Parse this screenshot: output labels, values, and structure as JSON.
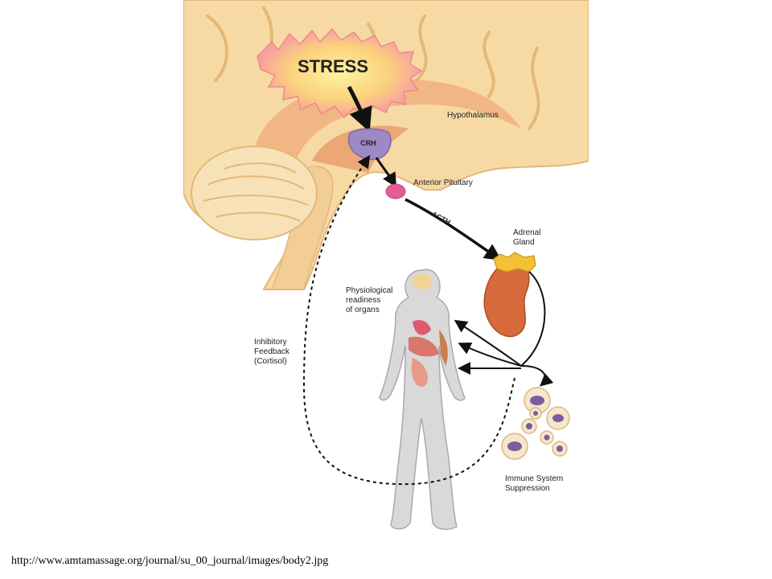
{
  "figure": {
    "stress": "STRESS",
    "crh": "CRH",
    "hypothalamus": "Hypothalamus",
    "anterior_pituitary": "Anterior Pituitary",
    "acth": "ACTH",
    "adrenal_gland": [
      "Adrenal",
      "Gland"
    ],
    "physiological_readiness": [
      "Physiological",
      "readiness",
      "of organs"
    ],
    "inhibitory_feedback": [
      "Inhibitory",
      "Feedback",
      "(Cortisol)"
    ],
    "immune_suppression": [
      "Immune System",
      "Suppression"
    ]
  },
  "source_url": "http://www.amtamassage.org/journal/su_00_journal/images/body2.jpg",
  "colors": {
    "brain_fill": "#f7d9a4",
    "brain_outline": "#e3b878",
    "inner_brain": "#eea978",
    "crh_node": "#9d89c4",
    "pituitary": "#e25c96",
    "adrenal_kidney": "#d66a3c",
    "adrenal_cap": "#f2c136",
    "body_fill": "#d9d9d9",
    "stress_burst": "#f7a8a0"
  }
}
